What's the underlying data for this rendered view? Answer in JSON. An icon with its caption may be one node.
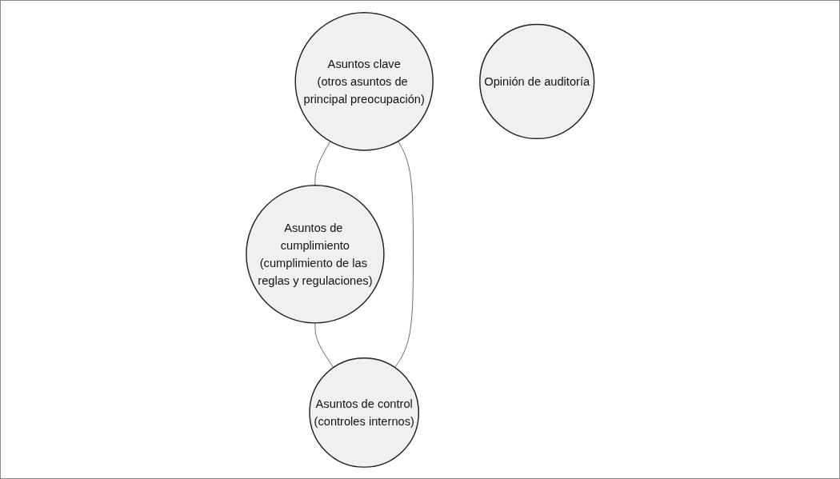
{
  "diagram": {
    "nodes": [
      {
        "text": [
          "Asuntos clave",
          "(otros asuntos de principal preocupación)"
        ]
      },
      {
        "text": [
          "Opinión de auditoría"
        ]
      },
      {
        "text": [
          "Asuntos de control",
          "(controles internos)"
        ]
      },
      {
        "text": [
          "Asuntos de cumplimiento",
          "(cumplimiento de las reglas y regulaciones)"
        ]
      }
    ],
    "edges": [
      {
        "from": 0,
        "to": 3,
        "arrow": "none"
      },
      {
        "from": 3,
        "to": 2,
        "arrow": "none"
      },
      {
        "from": 2,
        "to": 0,
        "arrow": "none"
      }
    ]
  }
}
